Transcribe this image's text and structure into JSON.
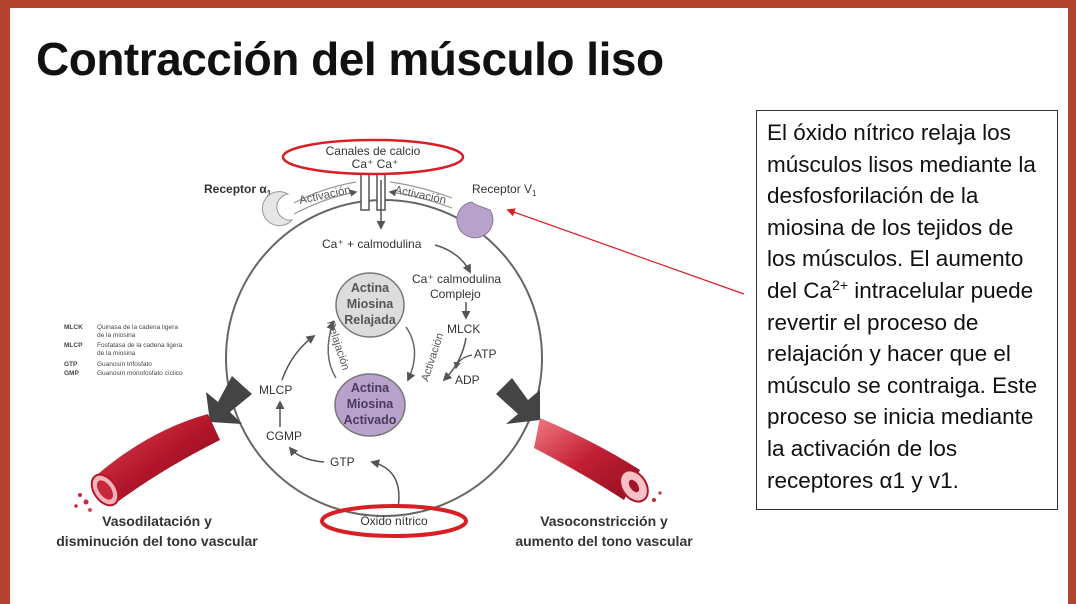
{
  "slide": {
    "title": "Contracción del músculo liso",
    "explanation": {
      "before_superscript": "El óxido nítrico relaja los músculos lisos mediante la desfosforilación de la miosina de los tejidos de los músculos. El aumento del Ca",
      "superscript": "2+",
      "after_superscript": " intracelular puede revertir el proceso de relajación y hacer que el músculo se contraiga. Este proceso se inicia mediante la activación de los receptores α1 y v1."
    }
  },
  "diagram": {
    "canales_line1": "Canales de calcio",
    "canales_line2": "Ca⁺   Ca⁺",
    "receptor_alpha": "Receptor α",
    "receptor_alpha_sub": "1",
    "receptor_v": "Receptor V",
    "receptor_v_sub": "1",
    "activacion_left": "Activación",
    "activacion_right": "Activación",
    "ca_calmodulina": "Ca⁺ + calmodulina",
    "complejo_line1": "Ca⁺ calmodulina",
    "complejo_line2": "Complejo",
    "relajada": [
      "Actina",
      "Miosina",
      "Relajada"
    ],
    "activado": [
      "Actina",
      "Miosina",
      "Activado"
    ],
    "relajacion": "Relajación",
    "activacion_inner": "Activación",
    "mlck": "MLCK",
    "atp": "ATP",
    "adp": "ADP",
    "mlcp": "MLCP",
    "cgmp": "CGMP",
    "gtp": "GTP",
    "oxido_nitrico": "Óxido nítrico",
    "vasodilatacion_line1": "Vasodilatación y",
    "vasodilatacion_line2": "disminución del tono vascular",
    "vasoconstriccion_line1": "Vasoconstricción y",
    "vasoconstriccion_line2": "aumento del tono vascular",
    "legend": [
      {
        "abbr": "MLCK",
        "line1": "Quinasa de la cadena ligera",
        "line2": "de la miosina"
      },
      {
        "abbr": "MLCP",
        "line1": "Fosfatasa de la cadena ligera",
        "line2": "de la miosina"
      },
      {
        "abbr": "GTP",
        "line1": "Guanosín trifosfato",
        "line2": ""
      },
      {
        "abbr": "GMP",
        "line1": "Guanosín monofosfato cíclico",
        "line2": ""
      }
    ],
    "colors": {
      "highlight": "#d81f26",
      "lavender": "#b8a2cc",
      "gray_bg": "#dcdcdc",
      "line": "#666666"
    }
  }
}
